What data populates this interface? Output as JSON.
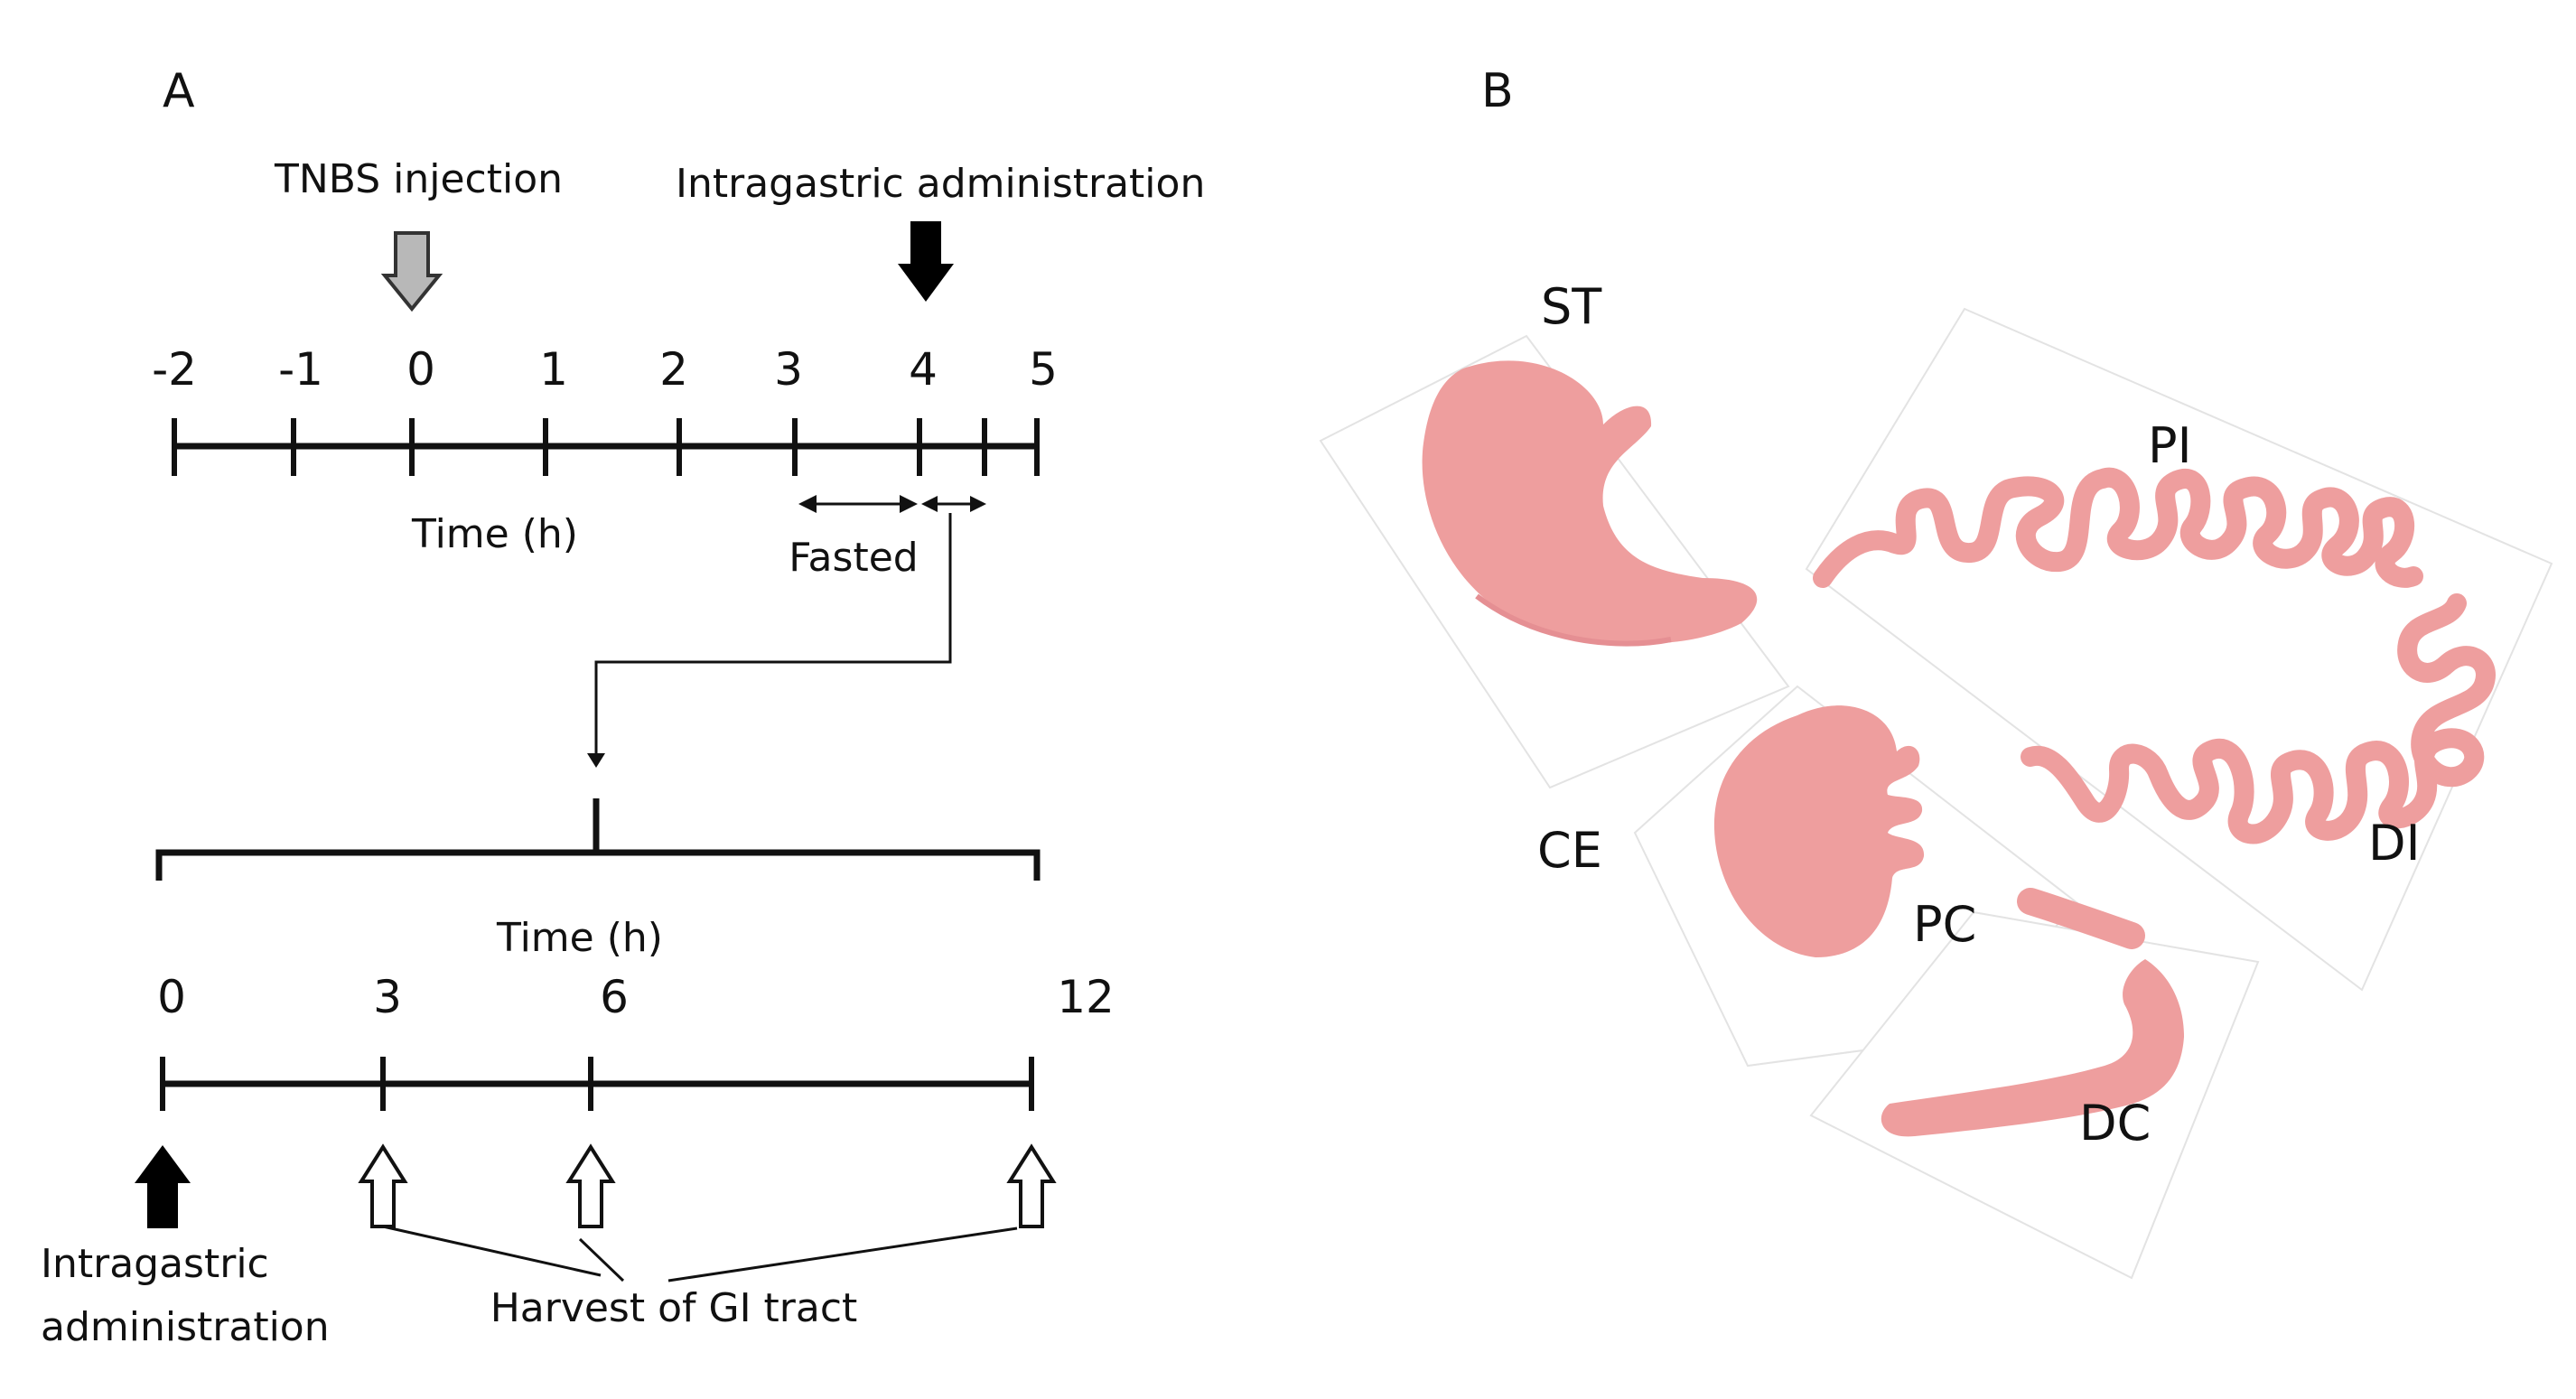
{
  "panel_a": {
    "label": "A",
    "tnbs_label": "TNBS injection",
    "intragastric_top_label": "Intragastric administration",
    "top_timeline": {
      "ticks": [
        "-2",
        "-1",
        "0",
        "1",
        "2",
        "3",
        "4",
        "5"
      ],
      "axis_label": "Time (h)",
      "fasted_label": "Fasted"
    },
    "bottom_timeline": {
      "axis_label": "Time (h)",
      "ticks": [
        "0",
        "3",
        "6",
        "12"
      ],
      "admin_label_line1": "Intragastric",
      "admin_label_line2": "administration",
      "harvest_label": "Harvest of GI tract"
    }
  },
  "panel_b": {
    "label": "B",
    "regions": {
      "st": "ST",
      "pi": "PI",
      "ce": "CE",
      "di": "DI",
      "pc": "PC",
      "dc": "DC"
    },
    "tissue_color": "#ee9e9e",
    "tnbs_arrow_color": "#b8b8b8",
    "admin_arrow_color": "#000000"
  }
}
